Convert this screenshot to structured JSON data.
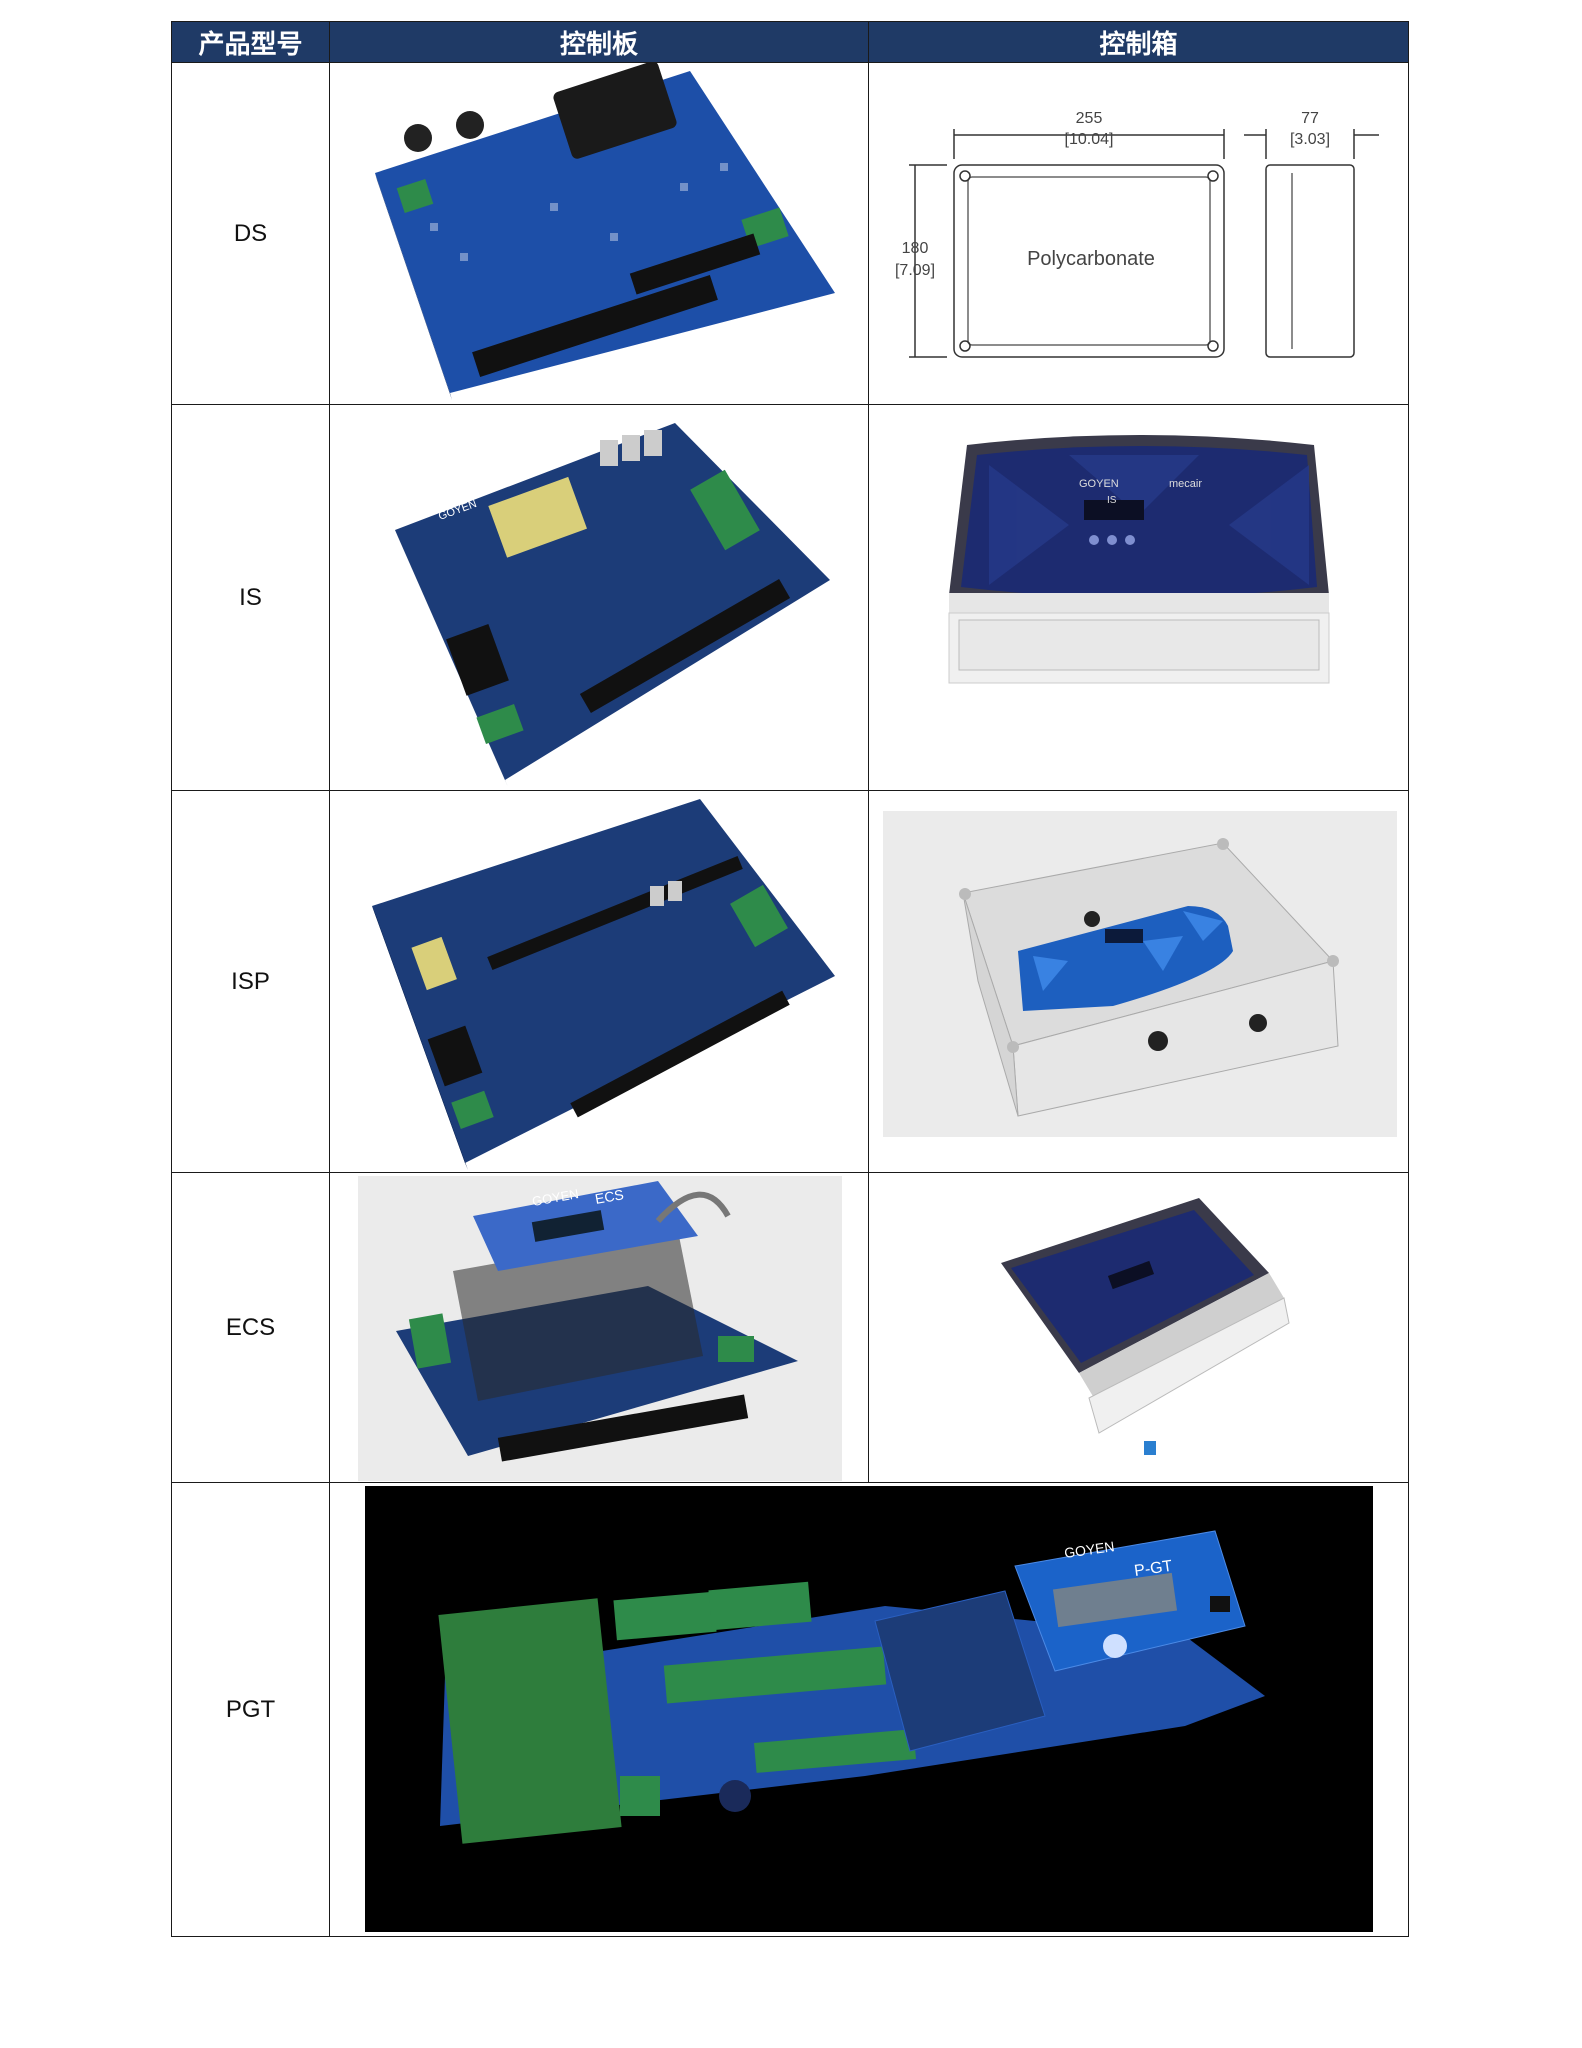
{
  "table": {
    "headers": [
      "产品型号",
      "控制板",
      "控制箱"
    ],
    "rows": [
      {
        "model": "DS"
      },
      {
        "model": "IS"
      },
      {
        "model": "ISP"
      },
      {
        "model": "ECS"
      },
      {
        "model": "PGT"
      }
    ]
  },
  "drawing": {
    "width_mm": "255",
    "width_in": "[10.04]",
    "depth_mm": "77",
    "depth_in": "[3.03]",
    "height_mm": "180",
    "height_in": "[7.09]",
    "material": "Polycarbonate"
  },
  "photo_labels": {
    "brand": "GOYEN",
    "brand2": "mecair",
    "ecs": "ECS",
    "is": "IS",
    "pgt": "P-GT"
  },
  "colors": {
    "header_bg": "#1f3a66",
    "pcb_blue": "#1d4fa8",
    "terminal_green": "#2e8b4a"
  }
}
